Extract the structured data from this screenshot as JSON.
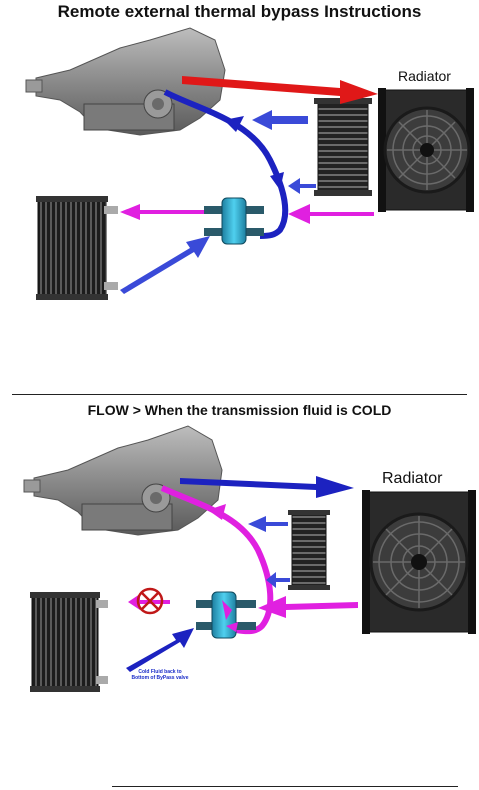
{
  "titles": {
    "top": "Remote external thermal bypass Instructions",
    "bottom": "FLOW > When the transmission fluid is COLD"
  },
  "labels": {
    "radiator_top": "Radiator",
    "radiator_bottom": "Radiator",
    "cold_note": "Cold Fluid back to Bottom of ByPass valve"
  },
  "colors": {
    "hot_line": "#e01818",
    "return_line": "#1c22c0",
    "bypass_flow": "#e020e0",
    "blue_arrow": "#3a4ad8",
    "valve": "#2aa6c8",
    "metal": "#8c8c8c",
    "dark_metal": "#2a2a2a"
  },
  "icons": {
    "transmission": "transmission-icon",
    "radiator_fan": "radiator-fan-icon",
    "cooler": "oil-cooler-icon",
    "valve": "bypass-valve-icon",
    "blocked": "no-flow-icon"
  }
}
